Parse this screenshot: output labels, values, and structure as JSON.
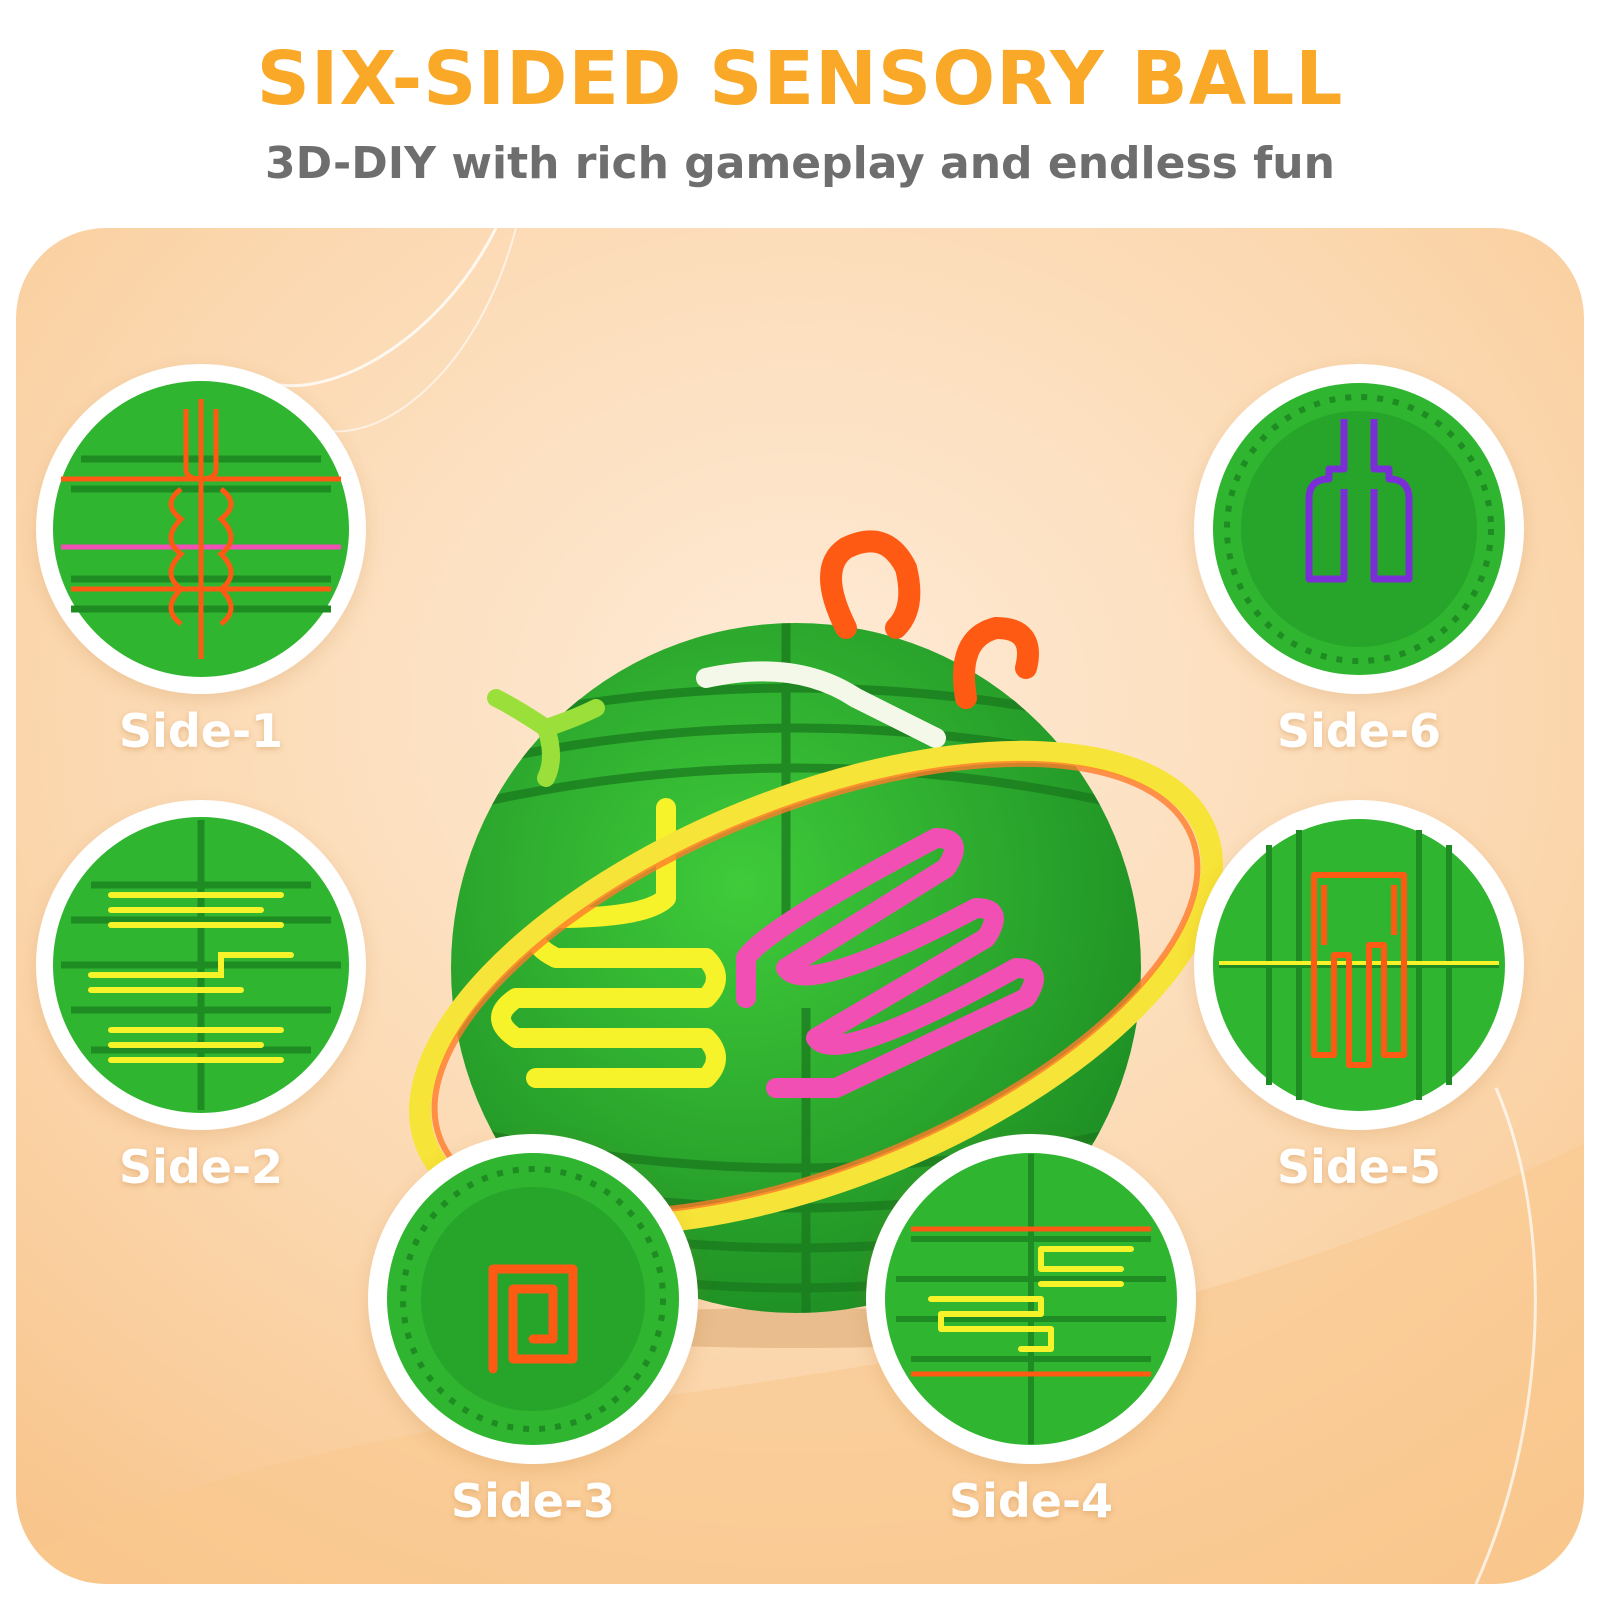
{
  "header": {
    "title": "SIX-SIDED SENSORY BALL",
    "subtitle": "3D-DIY with rich gameplay and endless fun"
  },
  "colors": {
    "title": "#F9A828",
    "subtitle": "#6E6E6E",
    "panel_light": "#FDE3C6",
    "panel_dark": "#F8C58A",
    "ball_green": "#2FB52F",
    "ball_green_dark": "#1E8C22",
    "label": "#FFFFFF",
    "strip_orange": "#FF5A14",
    "strip_yellow": "#F7F32A",
    "strip_pink": "#F24FB4",
    "strip_purple": "#7A2FD6"
  },
  "sides": [
    {
      "label": "Side-1"
    },
    {
      "label": "Side-2"
    },
    {
      "label": "Side-3"
    },
    {
      "label": "Side-4"
    },
    {
      "label": "Side-5"
    },
    {
      "label": "Side-6"
    }
  ]
}
